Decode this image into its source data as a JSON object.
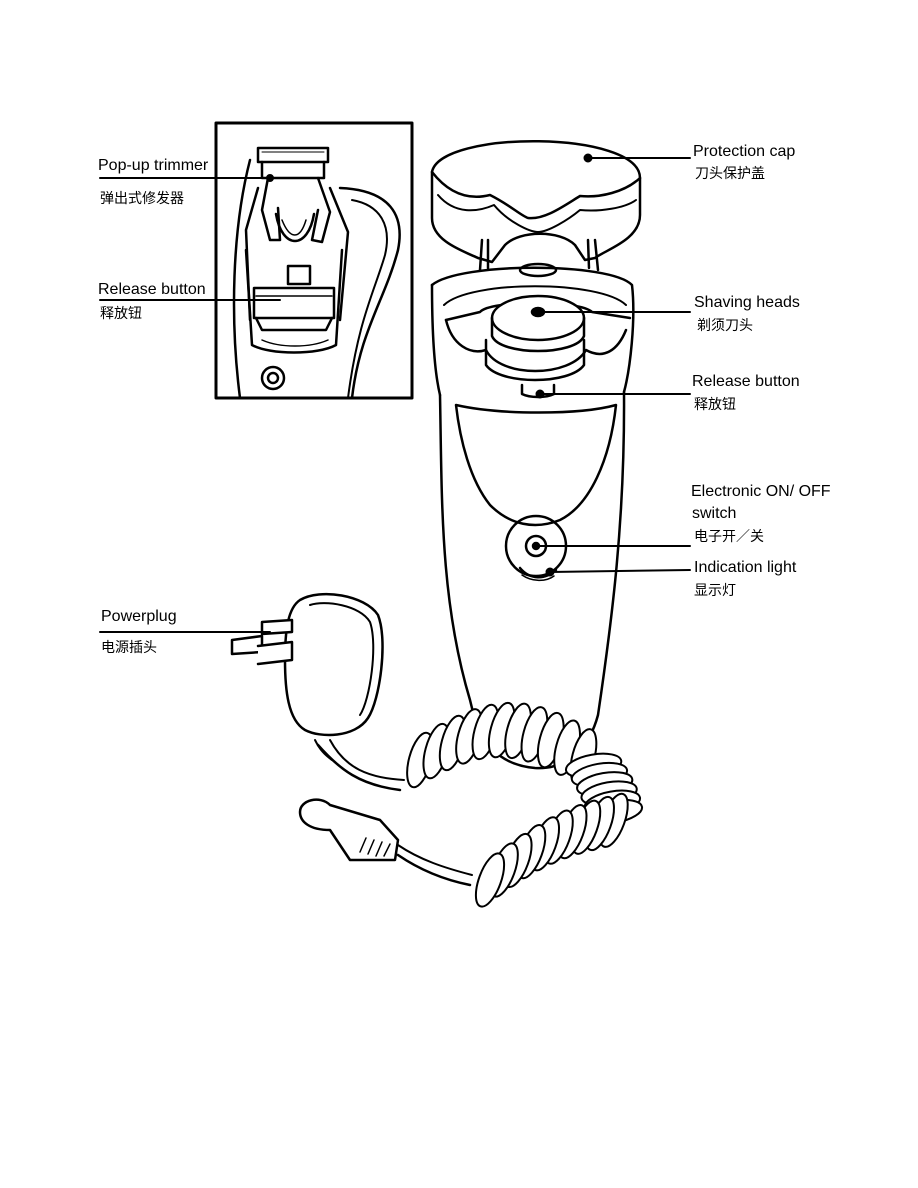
{
  "callouts": {
    "protection_cap": {
      "en": "Protection cap",
      "zh": "刀头保护盖"
    },
    "shaving_heads": {
      "en": "Shaving heads",
      "zh": "剃须刀头"
    },
    "release_button": {
      "en": "Release button",
      "zh": "释放钮"
    },
    "onoff_switch": {
      "en_line1": "Electronic ON/ OFF",
      "en_line2": "switch",
      "zh": "电子开／关"
    },
    "indication_light": {
      "en": "Indication light",
      "zh": "显示灯"
    },
    "powerplug": {
      "en": "Powerplug",
      "zh": "电源插头"
    },
    "popup_trimmer": {
      "en": "Pop-up trimmer",
      "zh": "弹出式修发器"
    },
    "inset_release_button": {
      "en": "Release button",
      "zh": "释放钮"
    }
  }
}
